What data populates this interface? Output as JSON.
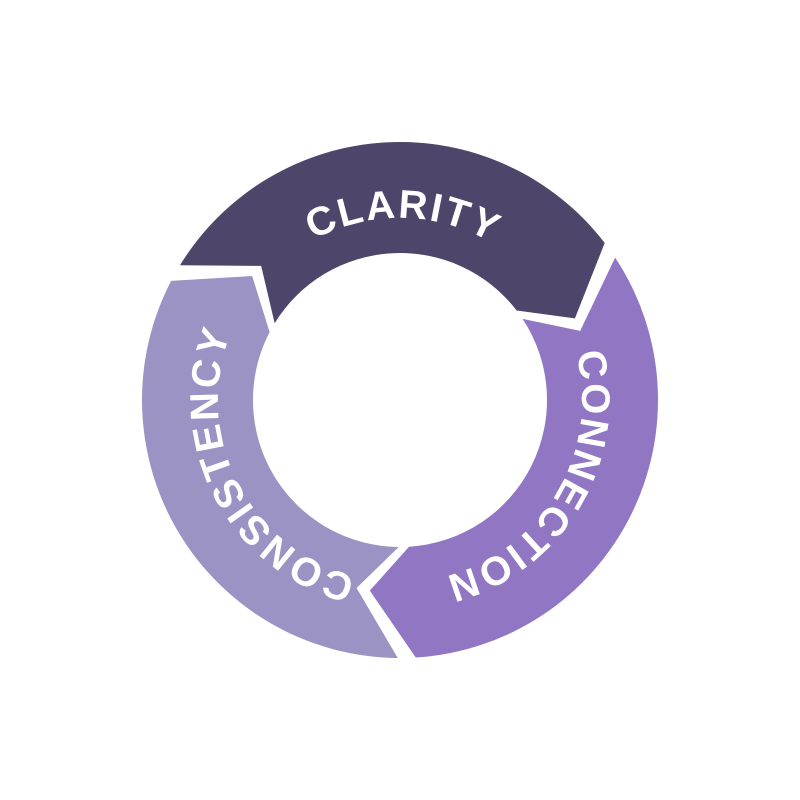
{
  "page": {
    "background": "#ffffff"
  },
  "diagram": {
    "type": "cycle",
    "direction": "clockwise",
    "label_color": "#ffffff",
    "segments": [
      {
        "id": "clarity",
        "label": "CLARITY",
        "color": "#4d456a"
      },
      {
        "id": "connection",
        "label": "CONNECTION",
        "color": "#9076c3"
      },
      {
        "id": "consistency",
        "label": "CONSISTENCY",
        "color": "#9a93c4"
      }
    ]
  }
}
